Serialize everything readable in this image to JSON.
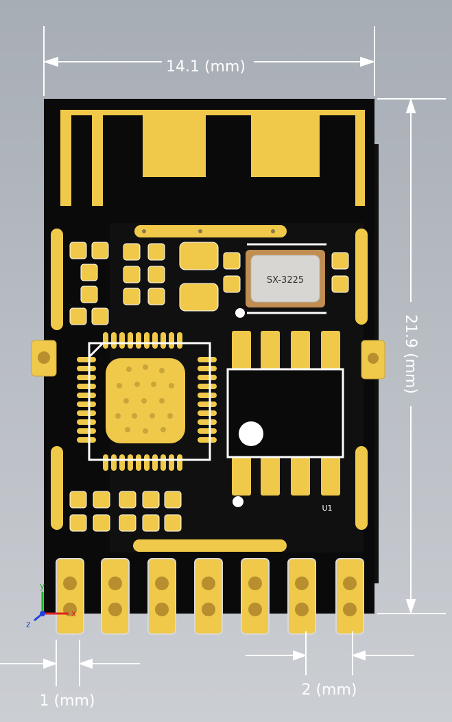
{
  "dimensions": {
    "width_label": "14.1 (mm)",
    "height_label": "21.9 (mm)",
    "pad_width_label": "1 (mm)",
    "pad_pitch_label": "2 (mm)"
  },
  "components": {
    "crystal_label": "SX-3225",
    "module_ref": "U1"
  },
  "axis_triad": {
    "x": "x",
    "y": "y",
    "z": "z"
  },
  "colors": {
    "background_top": "#a9aeb6",
    "background_bottom": "#c9ccd1",
    "pcb": "#0b0b0b",
    "copper_gold": "#f0c94a",
    "silkscreen": "#ffffff",
    "crystal_body": "#c08d52",
    "axis_x": "#e02020",
    "axis_y": "#20b020",
    "axis_z": "#2040e0"
  }
}
